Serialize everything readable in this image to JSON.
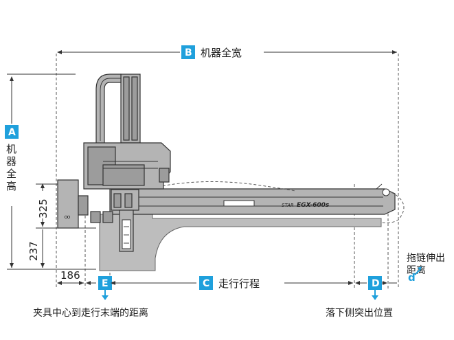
{
  "colors": {
    "accent": "#1fa0dc",
    "machine_gray": "#b4b4b4",
    "base_gray": "#bdbdbd"
  },
  "labels": {
    "B": {
      "letter": "B",
      "text": "机器全宽"
    },
    "A": {
      "letter": "A",
      "text_chars": [
        "机",
        "器",
        "全",
        "高"
      ]
    },
    "C": {
      "letter": "C",
      "text": "走行行程"
    },
    "D": {
      "letter": "D",
      "text": "落下侧突出位置"
    },
    "E": {
      "letter": "E",
      "text": "夹具中心到走行末端的距离"
    },
    "drag_chain": {
      "line1": "拖链伸出",
      "line2": "距离",
      "symbol": "d"
    }
  },
  "dimensions": {
    "d325": "325",
    "d237": "237",
    "d186": "186"
  },
  "machine_plate": {
    "model": "EGX-600s",
    "brand": "STAR"
  }
}
